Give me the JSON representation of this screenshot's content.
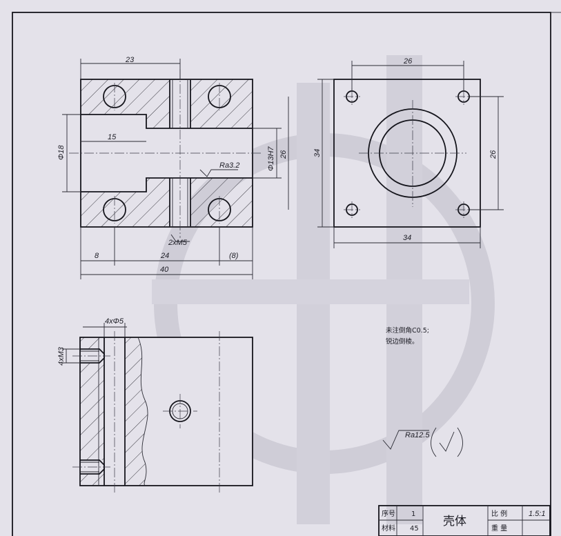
{
  "dimensions": {
    "front_width_top": "23",
    "front_bore_depth": "15",
    "front_diam18": "Φ18",
    "front_bore_fit": "Φ13H7",
    "front_height": "26",
    "front_roughness": "Ra3.2",
    "front_thread": "2xM5",
    "front_d8": "8",
    "front_d24": "24",
    "front_d8_ref": "(8)",
    "front_total": "40",
    "top_hole_spacing_x": "26",
    "top_height": "34",
    "top_hole_spacing_y": "26",
    "top_width": "34",
    "side_holes": "4xΦ5",
    "side_thread": "4xM3"
  },
  "notes": {
    "line1": "未注倒角C0.5;",
    "line2": "锐边倒棱。"
  },
  "surface_finish": {
    "value": "Ra12.5"
  },
  "title_block": {
    "row1_label": "序号",
    "row1_value": "1",
    "row2_label": "材料",
    "row2_value": "45",
    "part_name": "壳体",
    "scale_label": "比 例",
    "scale_value": "1.5:1",
    "weight_label": "重 量"
  },
  "colors": {
    "line": "#1c1c24",
    "paper": "#e4e2ea",
    "watermark": "#cfcdd7"
  }
}
